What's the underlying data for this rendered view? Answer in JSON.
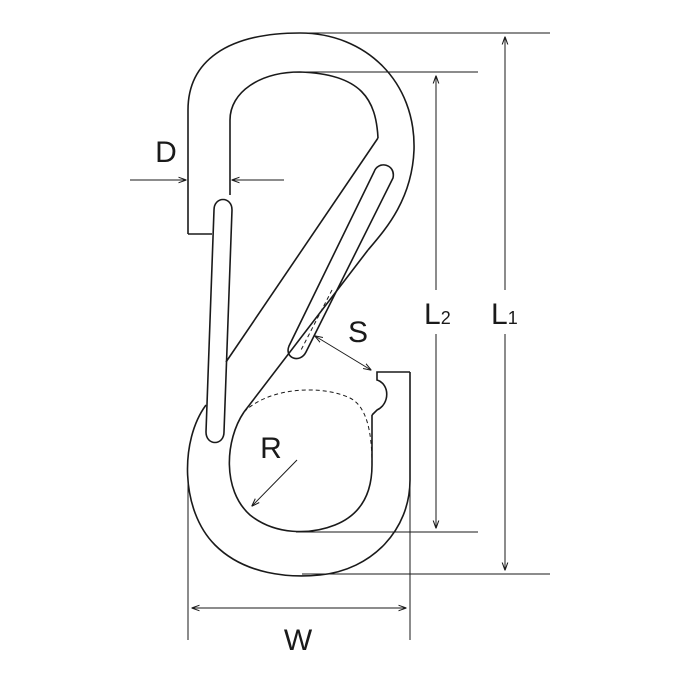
{
  "labels": {
    "D": "D",
    "S": "S",
    "R": "R",
    "W": "W",
    "L1_main": "L",
    "L1_sub": "1",
    "L2_main": "L",
    "L2_sub": "2"
  },
  "colors": {
    "line": "#1a1a1a",
    "background": "#ffffff"
  }
}
